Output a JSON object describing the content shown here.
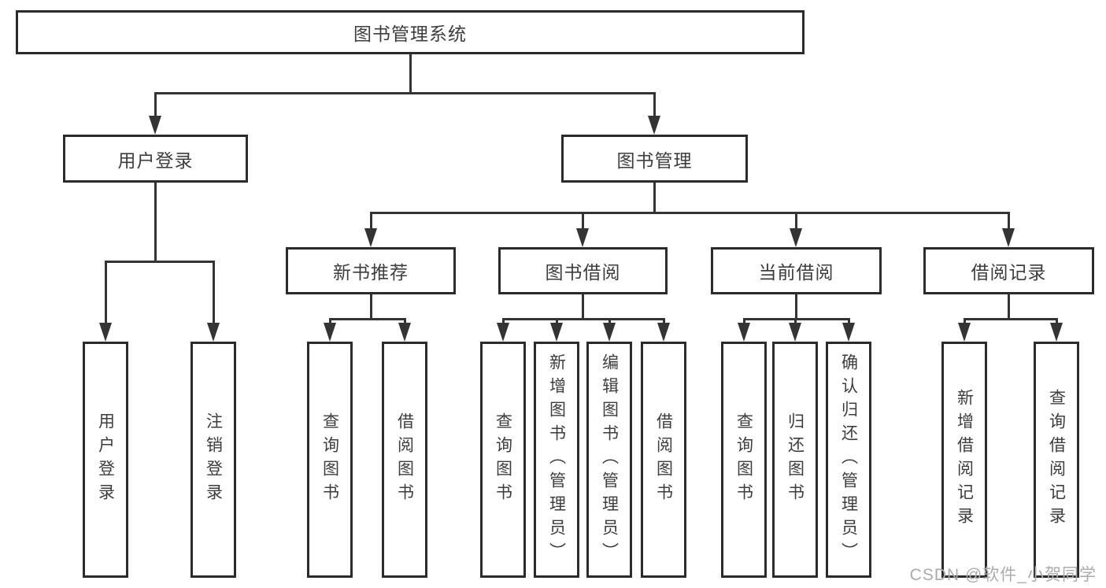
{
  "diagram": {
    "root_label": "图书管理系统",
    "login": {
      "label": "用户登录",
      "children": [
        {
          "label": "用户登录"
        },
        {
          "label": "注销登录"
        }
      ]
    },
    "management": {
      "label": "图书管理",
      "sections": [
        {
          "label": "新书推荐",
          "children": [
            {
              "label": "查询图书"
            },
            {
              "label": "借阅图书"
            }
          ]
        },
        {
          "label": "图书借阅",
          "children": [
            {
              "label": "查询图书"
            },
            {
              "label": "新增图书（管理员）"
            },
            {
              "label": "编辑图书（管理员）"
            },
            {
              "label": "借阅图书"
            }
          ]
        },
        {
          "label": "当前借阅",
          "children": [
            {
              "label": "查询图书"
            },
            {
              "label": "归还图书"
            },
            {
              "label": "确认归还（管理员）"
            }
          ]
        },
        {
          "label": "借阅记录",
          "children": [
            {
              "label": "新增借阅记录"
            },
            {
              "label": "查询借阅记录"
            }
          ]
        }
      ]
    },
    "watermark": "CSDN @软件_小贺同学",
    "colors": {
      "line": "#343434",
      "border": "#2b2b2b",
      "text": "#3d3d3d",
      "watermark_text": "#ababab",
      "background": "#ffffff"
    }
  }
}
